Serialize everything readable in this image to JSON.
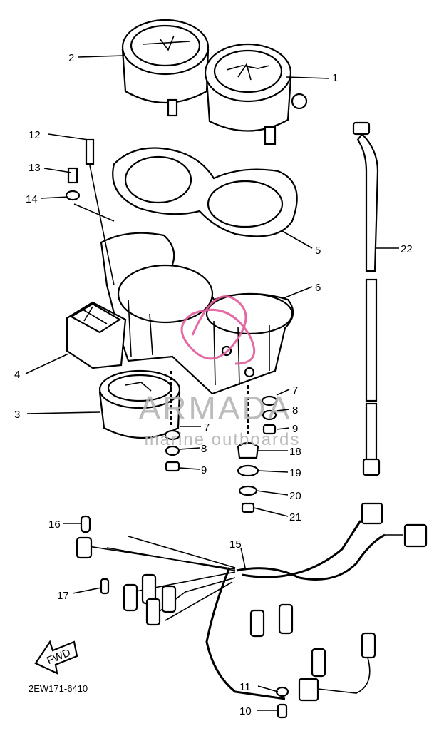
{
  "diagram": {
    "callouts": [
      "1",
      "2",
      "3",
      "4",
      "5",
      "6",
      "7",
      "8",
      "9",
      "10",
      "11",
      "12",
      "13",
      "14",
      "15",
      "16",
      "17",
      "18",
      "19",
      "20",
      "21",
      "22"
    ],
    "watermark": {
      "brand": "ARMADA",
      "tagline": "marine outboards",
      "accent": "#e05a9a"
    },
    "part_code": "2EW171-6410",
    "arrow_label": "FWD"
  }
}
